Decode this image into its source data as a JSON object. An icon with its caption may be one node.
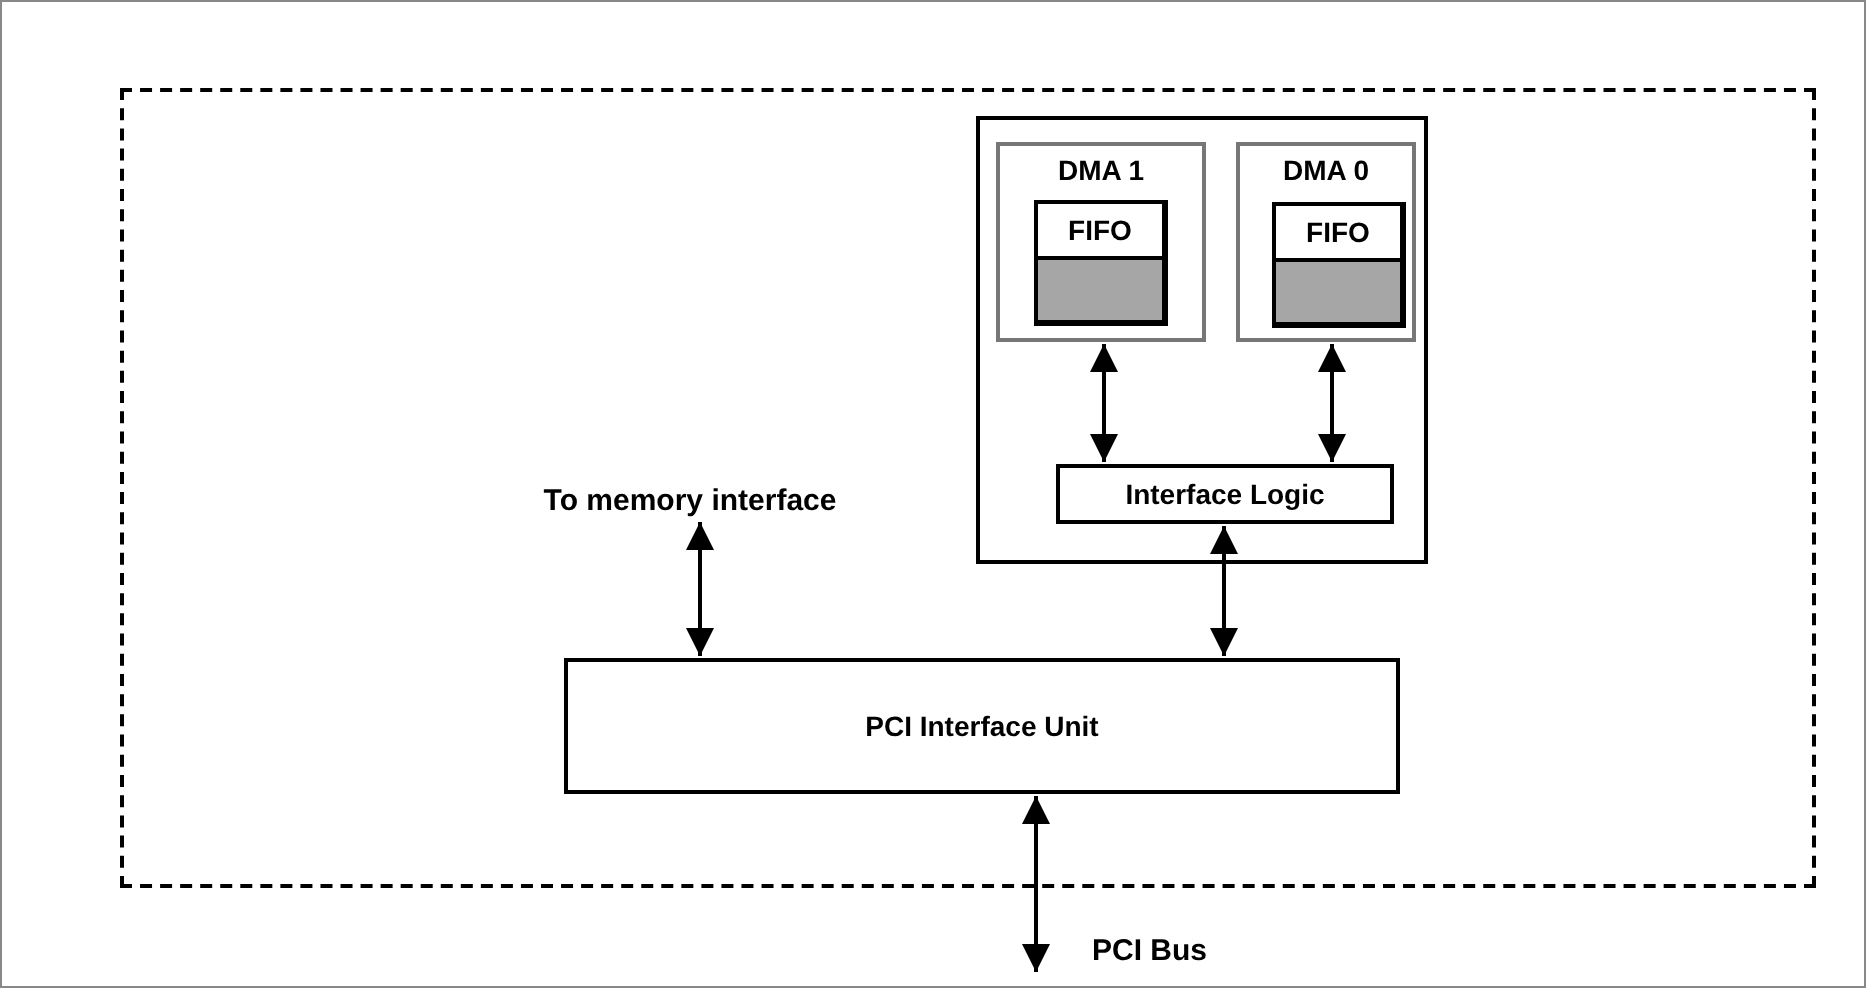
{
  "diagram": {
    "nodes": [
      {
        "text": [],
        "shape": "box"
      },
      {
        "text": [],
        "shape": "box",
        "in": 0
      },
      {
        "text": [
          "DMA 1"
        ],
        "in": 1
      },
      {
        "text": [
          "FIFO"
        ],
        "in": 2
      },
      {
        "text": [
          "DMA 0"
        ],
        "in": 1
      },
      {
        "text": [
          "FIFO"
        ],
        "in": 4
      },
      {
        "text": [
          "Interface Logic"
        ],
        "in": 1
      },
      {
        "text": [
          "PCI Interface Unit"
        ],
        "in": 0
      },
      {
        "text": [
          "To memory interface"
        ],
        "in": 0
      }
    ],
    "edges": [
      {
        "from": 2,
        "to": 6,
        "arrow": "both"
      },
      {
        "from": 4,
        "to": 6,
        "arrow": "both"
      },
      {
        "from": 8,
        "to": 7,
        "arrow": "both"
      },
      {
        "from": 6,
        "to": 7,
        "arrow": "both"
      },
      {
        "from": 7,
        "to": null,
        "arrow": "both"
      }
    ],
    "labels": [
      "PCI Bus"
    ]
  }
}
